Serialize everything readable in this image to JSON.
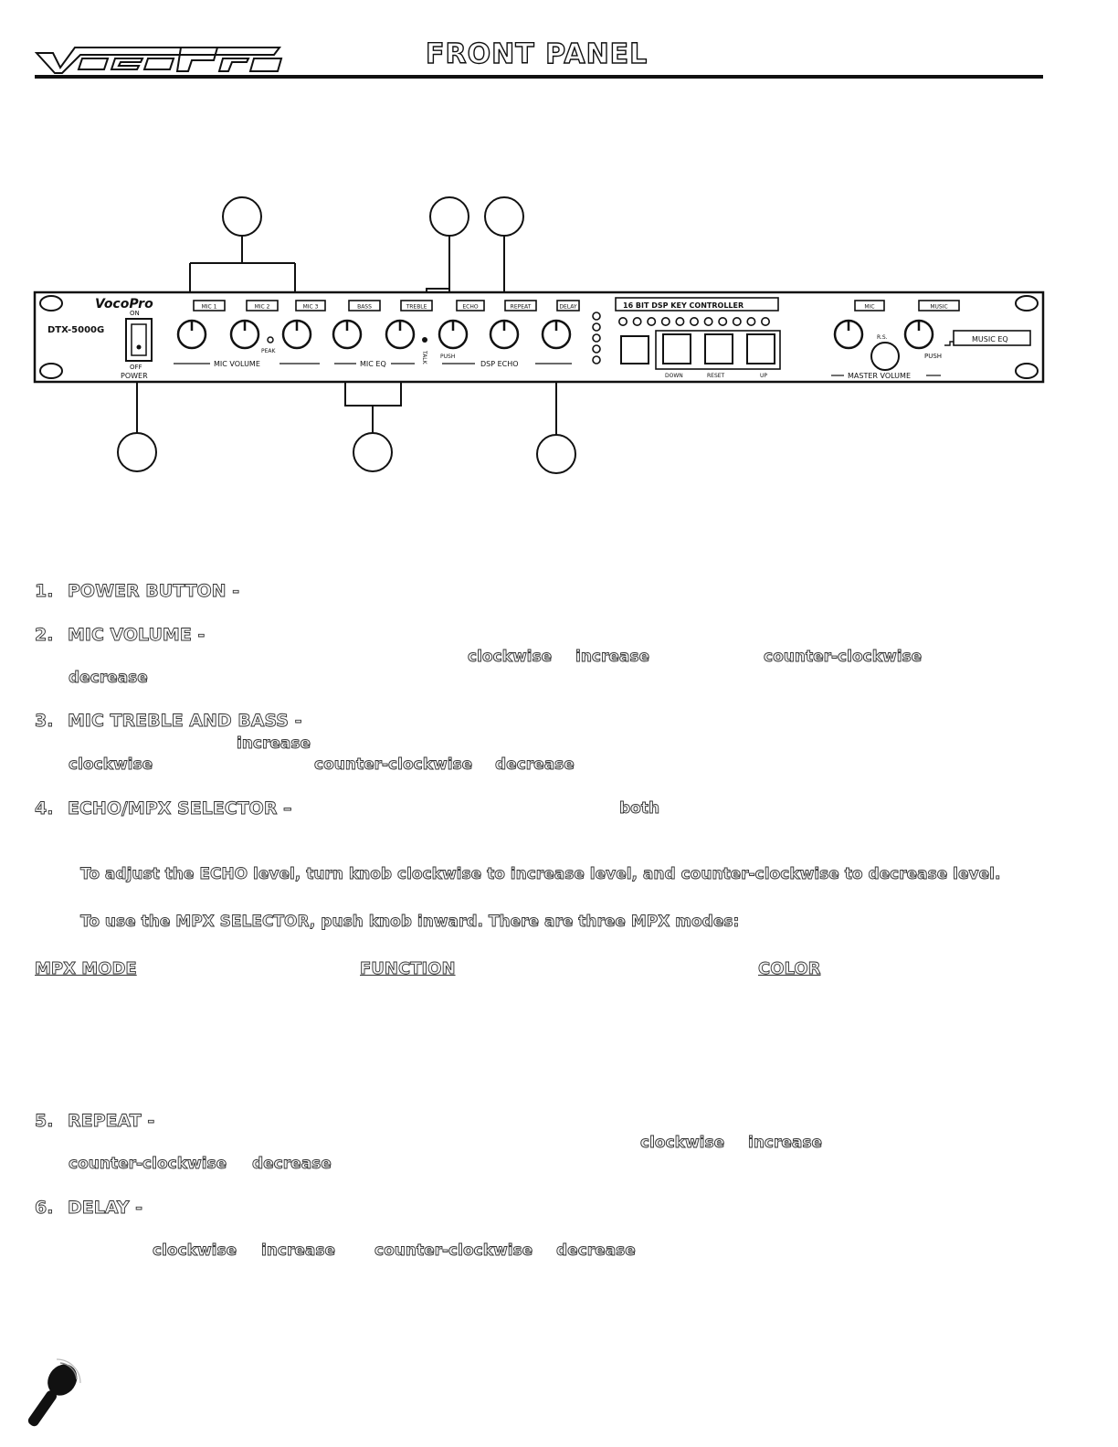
{
  "header": {
    "brand": "VocoPro",
    "title": "FRONT PANEL"
  },
  "panel": {
    "model": "DTX-5000G",
    "power_on": "ON",
    "power_off": "OFF",
    "power_label": "POWER",
    "peak_label": "PEAK",
    "mic_volume_label": "MIC VOLUME",
    "mic_eq_label": "MIC EQ",
    "talk_label": "TALK",
    "push_label": "PUSH",
    "dsp_echo_label": "DSP ECHO",
    "key_controller_label": "16 BIT DSP KEY CONTROLLER",
    "key_down": "DOWN",
    "key_reset": "RESET",
    "key_up": "UP",
    "rs_label": "R.S.",
    "push2_label": "PUSH",
    "master_volume_label": "MASTER VOLUME",
    "music_eq_label": "MUSIC EQ",
    "input_labels": [
      "MIC 1",
      "MIC 2",
      "MIC 3",
      "BASS",
      "TREBLE",
      "ECHO",
      "REPEAT",
      "DELAY",
      "MIC",
      "MUSIC"
    ]
  },
  "items": [
    {
      "num": "1.",
      "title": "POWER BUTTON -"
    },
    {
      "num": "2.",
      "title": "MIC VOLUME -",
      "keywords": [
        "clockwise",
        "increase",
        "counter-clockwise",
        "decrease"
      ]
    },
    {
      "num": "3.",
      "title": "MIC TREBLE AND BASS -",
      "keywords": [
        "increase",
        "clockwise",
        "counter-clockwise",
        "decrease"
      ]
    },
    {
      "num": "4.",
      "title": "ECHO/MPX SELECTOR –",
      "keywords": [
        "both"
      ]
    },
    {
      "num": "5.",
      "title": "REPEAT -",
      "keywords": [
        "clockwise",
        "increase",
        "counter-clockwise",
        "decrease"
      ]
    },
    {
      "num": "6.",
      "title": "DELAY -",
      "keywords": [
        "clockwise",
        "increase",
        "counter-clockwise",
        "decrease"
      ]
    }
  ],
  "echo_text": {
    "adjust": "To adjust the ECHO level, turn knob clockwise to increase level, and counter-clockwise to decrease level.",
    "mpx": "To use the MPX SELECTOR, push knob inward. There are three MPX modes:"
  },
  "mpx_table": {
    "headers": [
      "MPX MODE",
      "FUNCTION",
      "COLOR"
    ]
  }
}
